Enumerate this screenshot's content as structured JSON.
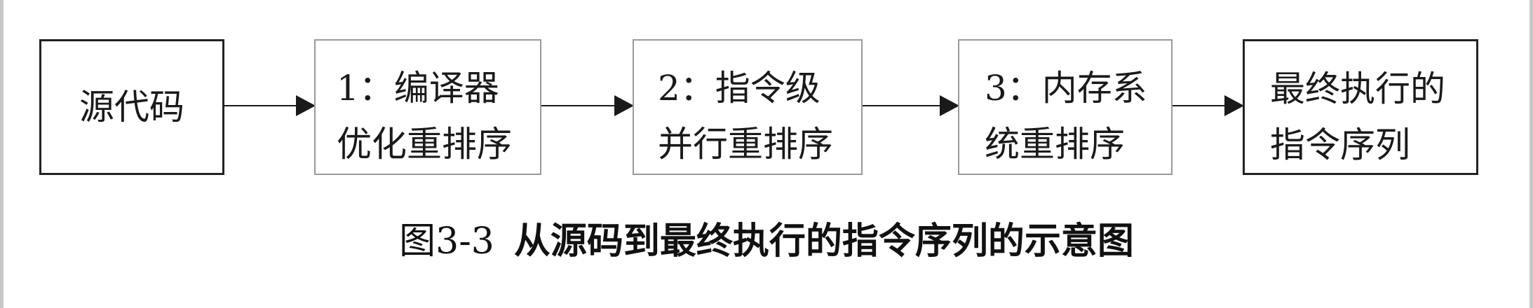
{
  "diagram": {
    "nodes": [
      {
        "lines": [
          "源代码"
        ]
      },
      {
        "lines": [
          "1：编译器",
          "优化重排序"
        ]
      },
      {
        "lines": [
          "2：指令级",
          "并行重排序"
        ]
      },
      {
        "lines": [
          "3：内存系",
          "统重排序"
        ]
      },
      {
        "lines": [
          "最终执行的",
          "指令序列"
        ]
      }
    ],
    "caption": {
      "number": "图3-3",
      "title": "从源码到最终执行的指令序列的示意图"
    }
  }
}
